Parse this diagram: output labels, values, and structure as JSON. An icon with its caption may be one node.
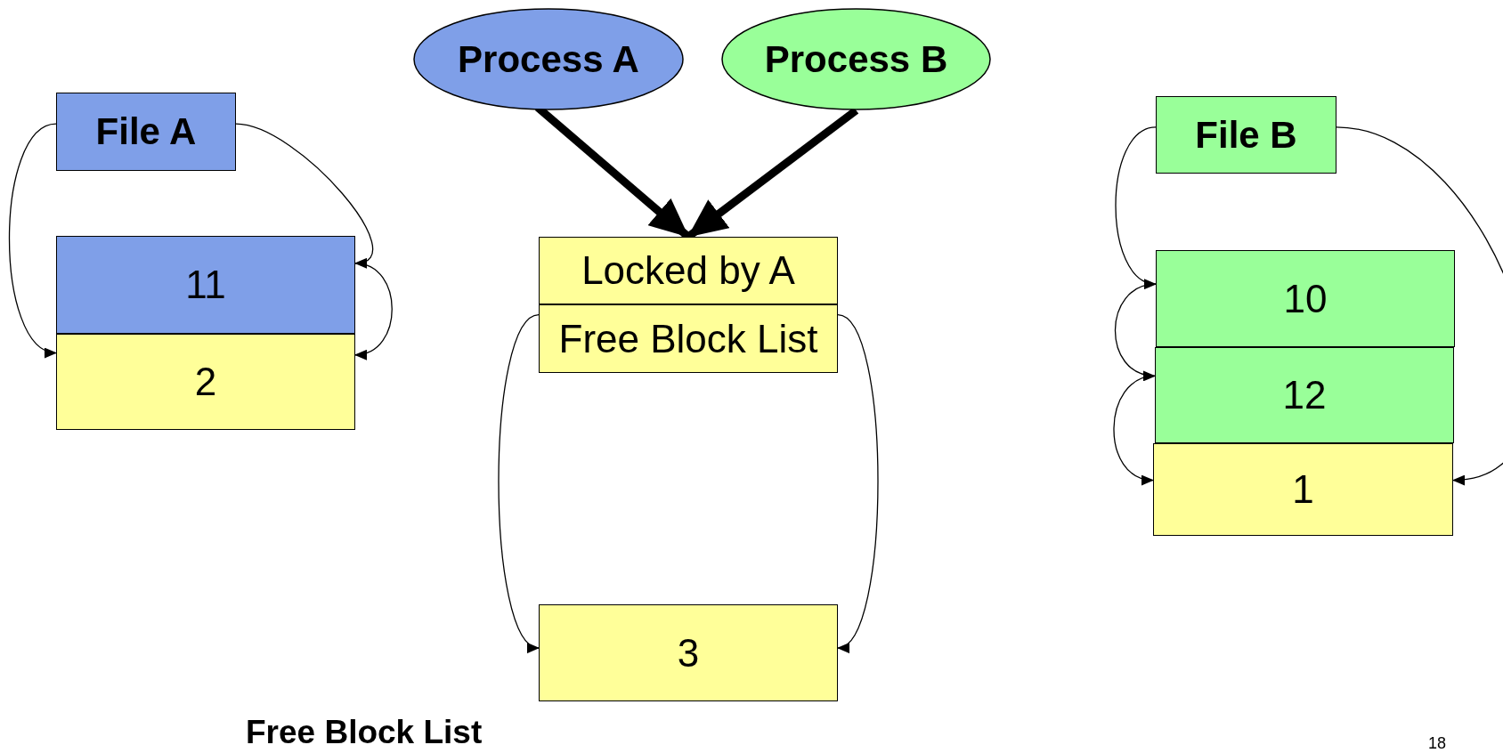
{
  "diagram": {
    "nodes": [
      {
        "text": [
          "File A"
        ]
      },
      {
        "text": [
          "11"
        ]
      },
      {
        "text": [
          "2"
        ]
      },
      {
        "text": [
          "Process A"
        ]
      },
      {
        "text": [
          "Process B"
        ]
      },
      {
        "text": [
          "Locked by A"
        ]
      },
      {
        "text": [
          "Free Block List"
        ]
      },
      {
        "text": [
          "3"
        ]
      },
      {
        "text": [
          "File B"
        ]
      },
      {
        "text": [
          "10"
        ]
      },
      {
        "text": [
          "12"
        ]
      },
      {
        "text": [
          "1"
        ]
      }
    ],
    "edges": [
      {
        "from": 0,
        "to": 1,
        "arrow": "to"
      },
      {
        "from": 0,
        "to": 2,
        "arrow": "to"
      },
      {
        "from": 1,
        "to": 2,
        "arrow": "to"
      },
      {
        "from": 3,
        "to": 5,
        "arrow": "to",
        "style": "thick"
      },
      {
        "from": 4,
        "to": 5,
        "arrow": "to",
        "style": "thick"
      },
      {
        "from": 6,
        "to": 7,
        "arrow": "to"
      },
      {
        "from": 6,
        "to": 7,
        "arrow": "to"
      },
      {
        "from": 8,
        "to": 9,
        "arrow": "to"
      },
      {
        "from": 8,
        "to": 11,
        "arrow": "to"
      },
      {
        "from": 9,
        "to": 10,
        "arrow": "to"
      },
      {
        "from": 10,
        "to": 11,
        "arrow": "to"
      }
    ],
    "labels": [
      "Free Block List",
      "18"
    ]
  }
}
